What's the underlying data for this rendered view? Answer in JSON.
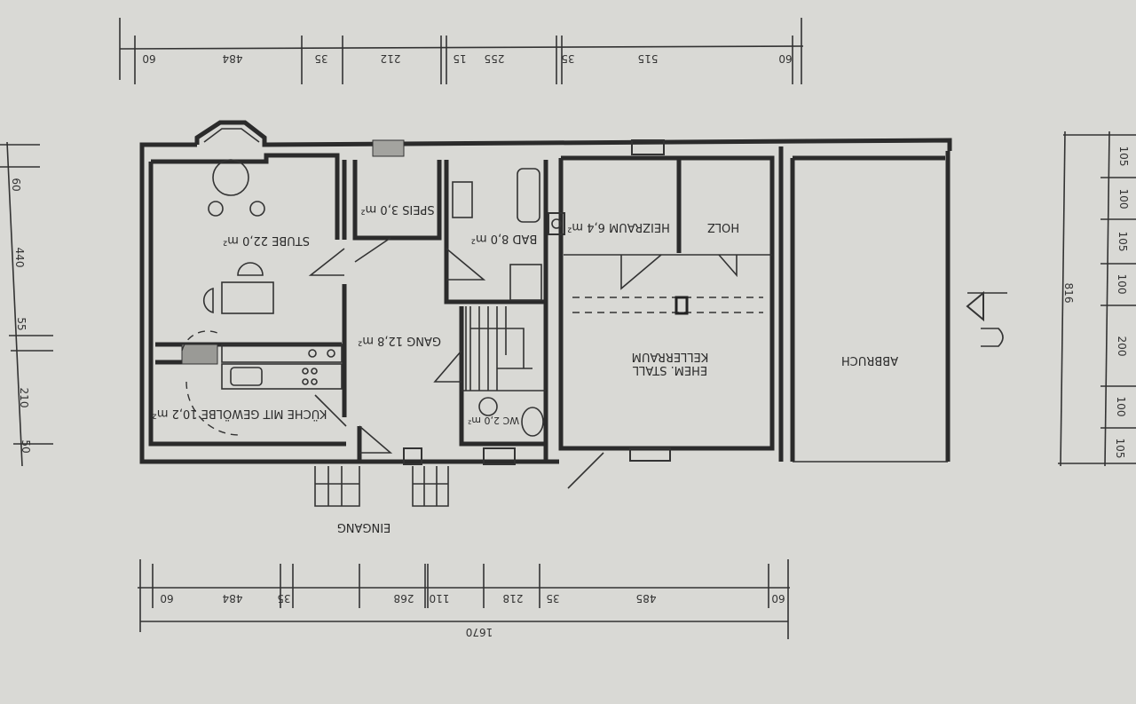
{
  "plan": {
    "rooms": {
      "stube": "STUBE 22,0 m²",
      "speis": "SPEIS 3,0 m²",
      "bad": "BAD 8,0 m²",
      "gang": "GANG 12,8 m²",
      "kueche": "KÜCHE MIT GEWÖLBE 10,2 m²",
      "wc": "WC 2,0 m²",
      "heizraum": "HEIZRAUM 6,4 m²",
      "holz": "HOLZ",
      "stall_line1": "KELLERRAUM",
      "stall_line2": "EHEM. STALL",
      "abbruch": "ABBRUCH",
      "eingang": "EINGANG"
    },
    "dimensions": {
      "top": [
        "60",
        "515",
        "35",
        "255",
        "15",
        "212",
        "35",
        "484",
        "60"
      ],
      "bottom": [
        "60",
        "485",
        "35",
        "218",
        "110",
        "268",
        "35",
        "484",
        "60"
      ],
      "bottom_total": "1670",
      "left": [
        "60",
        "440",
        "55",
        "210",
        "50"
      ],
      "right": [
        "105",
        "100",
        "105",
        "100",
        "200",
        "100",
        "105"
      ],
      "right_total": "816"
    }
  }
}
